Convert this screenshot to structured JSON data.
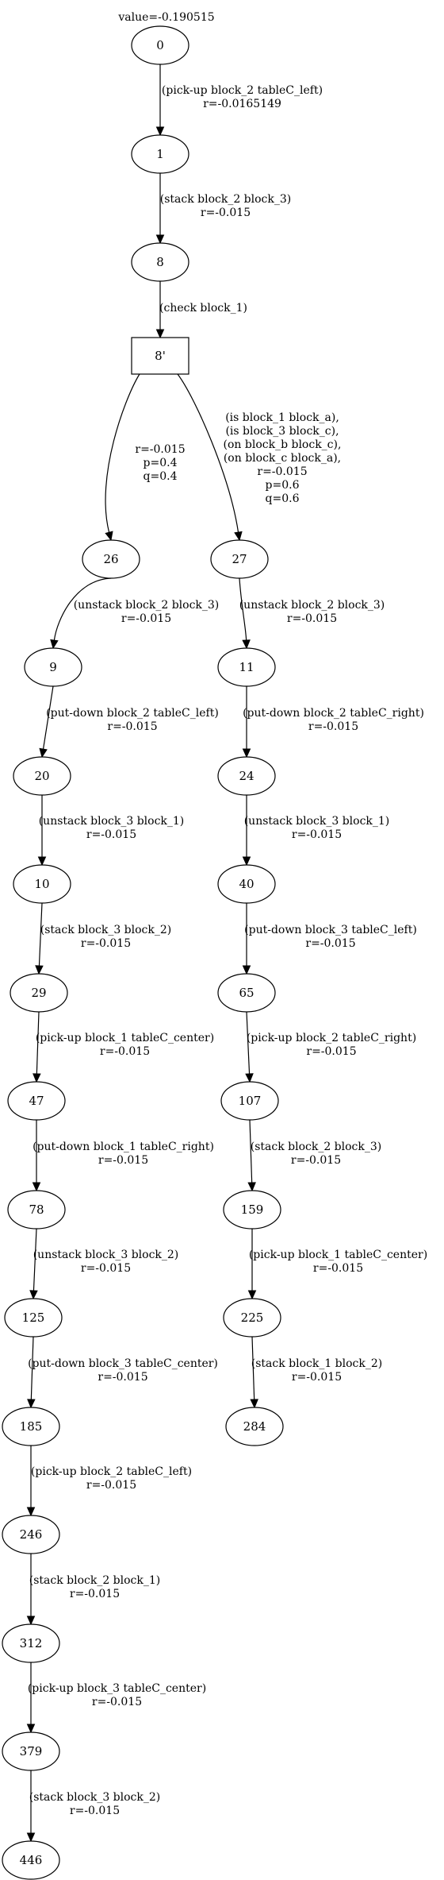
{
  "title": "value=-0.190515",
  "nodes": [
    {
      "id": "n0",
      "label": "0",
      "shape": "ellipse"
    },
    {
      "id": "n1",
      "label": "1",
      "shape": "ellipse"
    },
    {
      "id": "n8",
      "label": "8",
      "shape": "ellipse"
    },
    {
      "id": "n8p",
      "label": "8'",
      "shape": "box"
    },
    {
      "id": "n26",
      "label": "26",
      "shape": "ellipse"
    },
    {
      "id": "n27",
      "label": "27",
      "shape": "ellipse"
    },
    {
      "id": "n9",
      "label": "9",
      "shape": "ellipse"
    },
    {
      "id": "n11",
      "label": "11",
      "shape": "ellipse"
    },
    {
      "id": "n20",
      "label": "20",
      "shape": "ellipse"
    },
    {
      "id": "n24",
      "label": "24",
      "shape": "ellipse"
    },
    {
      "id": "n10",
      "label": "10",
      "shape": "ellipse"
    },
    {
      "id": "n40",
      "label": "40",
      "shape": "ellipse"
    },
    {
      "id": "n29",
      "label": "29",
      "shape": "ellipse"
    },
    {
      "id": "n65",
      "label": "65",
      "shape": "ellipse"
    },
    {
      "id": "n47",
      "label": "47",
      "shape": "ellipse"
    },
    {
      "id": "n107",
      "label": "107",
      "shape": "ellipse"
    },
    {
      "id": "n78",
      "label": "78",
      "shape": "ellipse"
    },
    {
      "id": "n159",
      "label": "159",
      "shape": "ellipse"
    },
    {
      "id": "n125",
      "label": "125",
      "shape": "ellipse"
    },
    {
      "id": "n225",
      "label": "225",
      "shape": "ellipse"
    },
    {
      "id": "n185",
      "label": "185",
      "shape": "ellipse"
    },
    {
      "id": "n284",
      "label": "284",
      "shape": "ellipse"
    },
    {
      "id": "n246",
      "label": "246",
      "shape": "ellipse"
    },
    {
      "id": "n312",
      "label": "312",
      "shape": "ellipse"
    },
    {
      "id": "n379",
      "label": "379",
      "shape": "ellipse"
    },
    {
      "id": "n446",
      "label": "446",
      "shape": "ellipse"
    }
  ],
  "edges": [
    {
      "from": "n0",
      "to": "n1",
      "label": [
        "(pick-up block_2 tableC_left)",
        "r=-0.0165149"
      ]
    },
    {
      "from": "n1",
      "to": "n8",
      "label": [
        "(stack block_2 block_3)",
        "r=-0.015"
      ]
    },
    {
      "from": "n8",
      "to": "n8p",
      "label": [
        "(check block_1)"
      ]
    },
    {
      "from": "n8p",
      "to": "n26",
      "label": [
        "r=-0.015",
        "p=0.4",
        "q=0.4"
      ]
    },
    {
      "from": "n8p",
      "to": "n27",
      "label": [
        "(is block_1 block_a),",
        "(is block_3 block_c),",
        "(on block_b block_c),",
        "(on block_c block_a),",
        "r=-0.015",
        "p=0.6",
        "q=0.6"
      ]
    },
    {
      "from": "n26",
      "to": "n9",
      "label": [
        "(unstack block_2 block_3)",
        "r=-0.015"
      ]
    },
    {
      "from": "n27",
      "to": "n11",
      "label": [
        "(unstack block_2 block_3)",
        "r=-0.015"
      ]
    },
    {
      "from": "n9",
      "to": "n20",
      "label": [
        "(put-down block_2 tableC_left)",
        "r=-0.015"
      ]
    },
    {
      "from": "n11",
      "to": "n24",
      "label": [
        "(put-down block_2 tableC_right)",
        "r=-0.015"
      ]
    },
    {
      "from": "n20",
      "to": "n10",
      "label": [
        "(unstack block_3 block_1)",
        "r=-0.015"
      ]
    },
    {
      "from": "n24",
      "to": "n40",
      "label": [
        "(unstack block_3 block_1)",
        "r=-0.015"
      ]
    },
    {
      "from": "n10",
      "to": "n29",
      "label": [
        "(stack block_3 block_2)",
        "r=-0.015"
      ]
    },
    {
      "from": "n40",
      "to": "n65",
      "label": [
        "(put-down block_3 tableC_left)",
        "r=-0.015"
      ]
    },
    {
      "from": "n29",
      "to": "n47",
      "label": [
        "(pick-up block_1 tableC_center)",
        "r=-0.015"
      ]
    },
    {
      "from": "n65",
      "to": "n107",
      "label": [
        "(pick-up block_2 tableC_right)",
        "r=-0.015"
      ]
    },
    {
      "from": "n47",
      "to": "n78",
      "label": [
        "(put-down block_1 tableC_right)",
        "r=-0.015"
      ]
    },
    {
      "from": "n107",
      "to": "n159",
      "label": [
        "(stack block_2 block_3)",
        "r=-0.015"
      ]
    },
    {
      "from": "n78",
      "to": "n125",
      "label": [
        "(unstack block_3 block_2)",
        "r=-0.015"
      ]
    },
    {
      "from": "n159",
      "to": "n225",
      "label": [
        "(pick-up block_1 tableC_center)",
        "r=-0.015"
      ]
    },
    {
      "from": "n125",
      "to": "n185",
      "label": [
        "(put-down block_3 tableC_center)",
        "r=-0.015"
      ]
    },
    {
      "from": "n225",
      "to": "n284",
      "label": [
        "(stack block_1 block_2)",
        "r=-0.015"
      ]
    },
    {
      "from": "n185",
      "to": "n246",
      "label": [
        "(pick-up block_2 tableC_left)",
        "r=-0.015"
      ]
    },
    {
      "from": "n246",
      "to": "n312",
      "label": [
        "(stack block_2 block_1)",
        "r=-0.015"
      ]
    },
    {
      "from": "n312",
      "to": "n379",
      "label": [
        "(pick-up block_3 tableC_center)",
        "r=-0.015"
      ]
    },
    {
      "from": "n379",
      "to": "n446",
      "label": [
        "(stack block_3 block_2)",
        "r=-0.015"
      ]
    }
  ]
}
